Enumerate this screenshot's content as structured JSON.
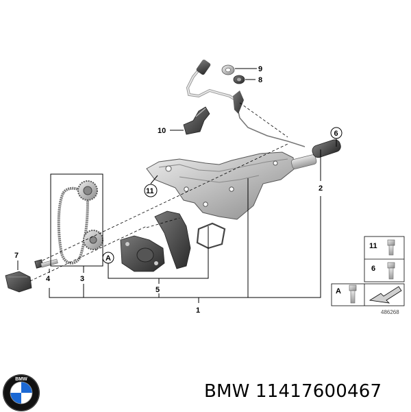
{
  "diagram": {
    "callouts": {
      "c1": "1",
      "c2": "2",
      "c3": "3",
      "c4": "4",
      "c5": "5",
      "c6": "6",
      "c7": "7",
      "c8": "8",
      "c9": "9",
      "c10": "10",
      "c11": "11",
      "refA": "A"
    },
    "legend": {
      "item11": "11",
      "item6": "6",
      "itemA": "A"
    },
    "diagram_number": "486268"
  },
  "footer": {
    "brand_logo_text": "BMW",
    "part_label": "BMW 11417600467"
  },
  "colors": {
    "part_fill": "#c9c9c9",
    "part_dark": "#3a3a3a",
    "line": "#000000",
    "brand_blue": "#1c69d4"
  }
}
